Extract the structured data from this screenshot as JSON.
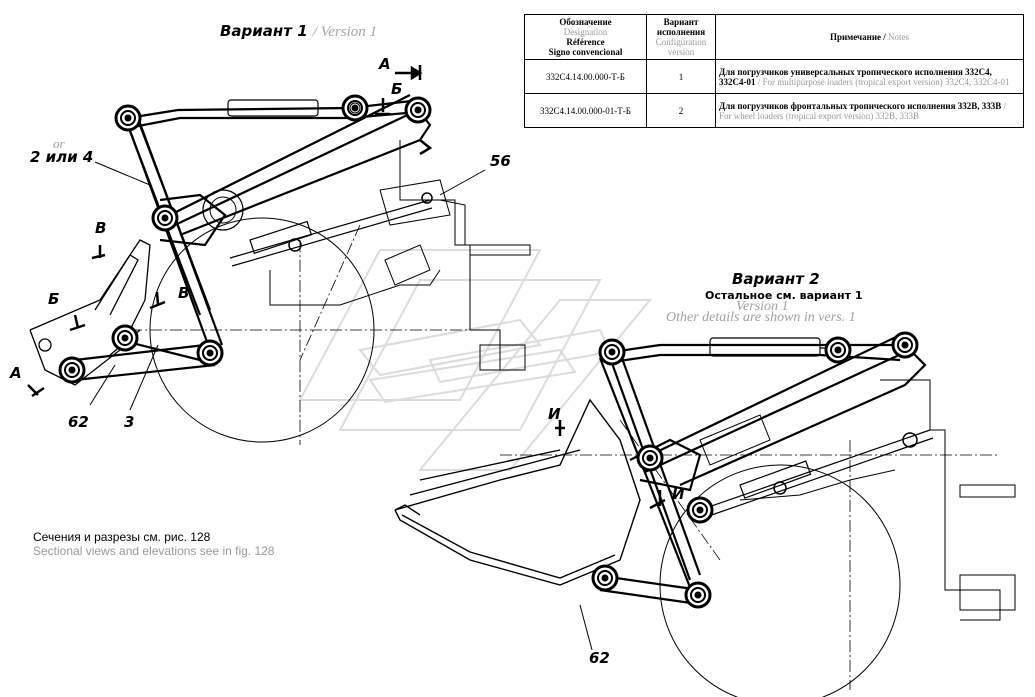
{
  "variant1": {
    "title_ru": "Вариант 1",
    "title_en": "/ Version 1"
  },
  "variant2": {
    "title_ru": "Вариант 2",
    "subtitle_ru": "Остальное см. вариант 1",
    "title_en": "Version 1",
    "subtitle_en": "Other details are shown in vers. 1"
  },
  "callouts": {
    "or_label": "or",
    "part_2_or_4": "2 или 4",
    "part_56": "56",
    "part_62_left": "62",
    "part_3": "3",
    "part_62_right": "62",
    "section_A_top": "А",
    "section_A_left": "А",
    "section_B_top": "Б",
    "section_B_left": "Б",
    "section_V_left": "В",
    "section_V_mid": "В",
    "section_I_left": "И",
    "section_I_right": "И"
  },
  "notes": {
    "sections_ru": "Сечения и разрезы см. рис. 128",
    "sections_en": "Sectional views and elevations see in fig. 128"
  },
  "table": {
    "headers": {
      "designation_ru": "Обозначение",
      "designation_en": "Designation",
      "designation_fr": "Référence",
      "designation_es": "Signo convencional",
      "variant_ru": "Вариант исполнения",
      "variant_en": "Configuration version",
      "note_ru": "Примечание /",
      "note_en": "Notes"
    },
    "rows": [
      {
        "designation": "332C4.14.00.000-Т-Б",
        "variant": "1",
        "note_ru": "Для погрузчиков универсальных тропического исполнения 332С4, 332С4-01",
        "note_en": "/ For multipurpose loaders (tropical export version) 332C4, 332C4-01"
      },
      {
        "designation": "332C4.14.00.000-01-Т-Б",
        "variant": "2",
        "note_ru": "Для погрузчиков фронтальных тропического исполнения 332В, 333В",
        "note_en": "/ For wheel loaders (tropical export version) 332B, 333B"
      }
    ]
  }
}
